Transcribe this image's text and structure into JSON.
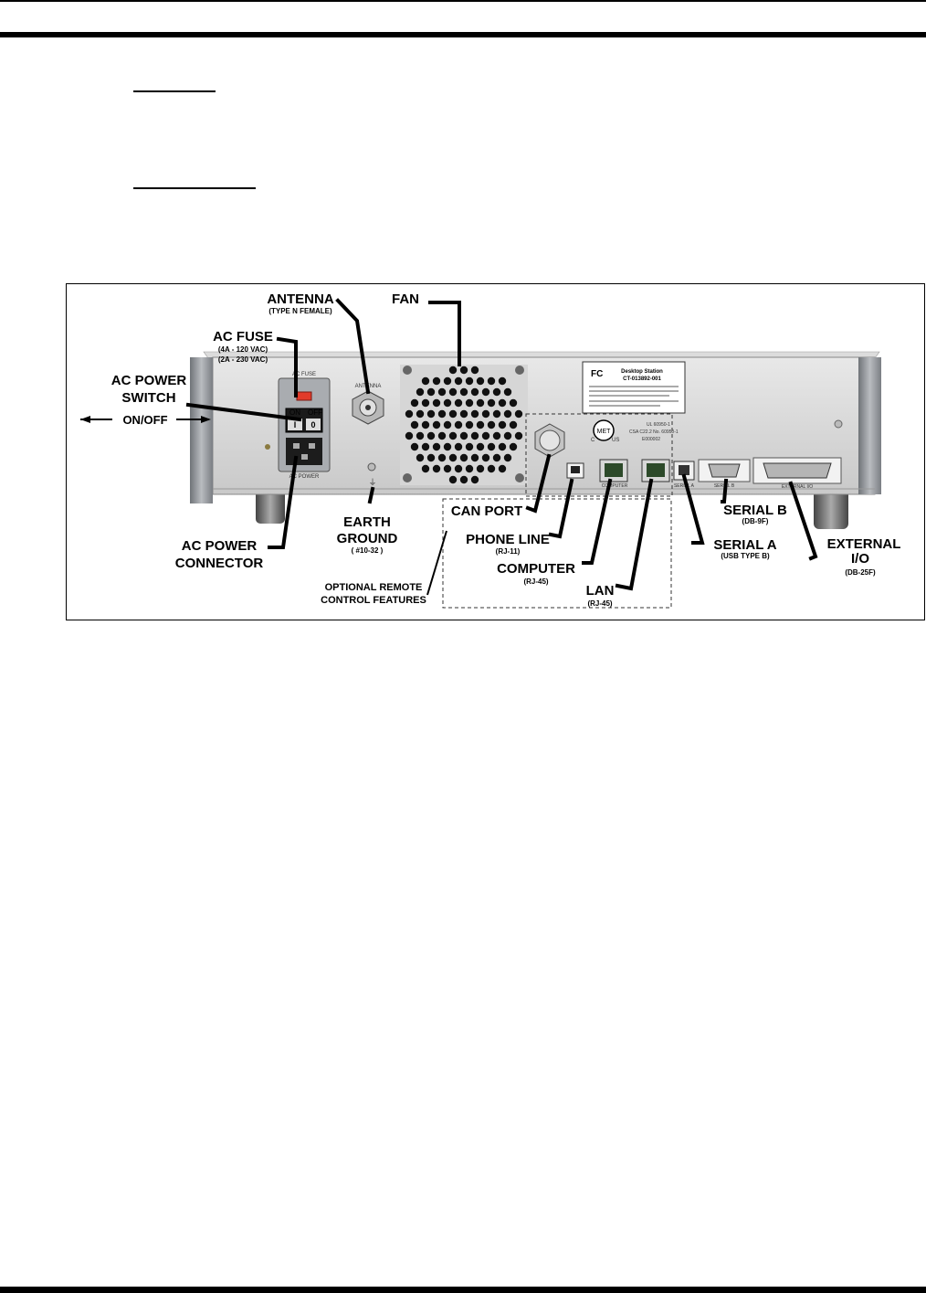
{
  "headings": [
    "",
    ""
  ],
  "figure": {
    "labels": {
      "antenna": "ANTENNA",
      "antenna_sub": "(TYPE N FEMALE)",
      "fan": "FAN",
      "ac_fuse": "AC  FUSE",
      "ac_fuse_sub1": "(4A - 120 VAC)",
      "ac_fuse_sub2": "(2A - 230 VAC)",
      "ac_power_switch_1": "AC POWER",
      "ac_power_switch_2": "SWITCH",
      "on_off": "ON/OFF",
      "ac_power_connector_1": "AC POWER",
      "ac_power_connector_2": "CONNECTOR",
      "earth_ground_1": "EARTH",
      "earth_ground_2": "GROUND",
      "earth_ground_sub": "( #10-32 )",
      "can_port": "CAN PORT",
      "phone_line": "PHONE LINE",
      "phone_line_sub": "(RJ-11)",
      "computer": "COMPUTER",
      "computer_sub": "(RJ-45)",
      "lan": "LAN",
      "lan_sub": "(RJ-45)",
      "serial_a": "SERIAL A",
      "serial_a_sub": "(USB TYPE B)",
      "serial_b": "SERIAL B",
      "serial_b_sub": "(DB-9F)",
      "external_io_1": "EXTERNAL",
      "external_io_2": "I/O",
      "external_io_sub": "(DB-25F)",
      "optional_remote_1": "OPTIONAL REMOTE",
      "optional_remote_2": "CONTROL FEATURES"
    },
    "panel_marks": {
      "switch_on": "ON",
      "switch_off": "OFF",
      "switch_i": "I",
      "switch_o": "0",
      "fuse_mark": "AC FUSE",
      "power_mark": "AC POWER",
      "antenna_mark": "ANTENNA",
      "fcc_logo": "FC",
      "plate_title": "Desktop Station",
      "plate_part": "CT-013892-001",
      "met_logo": "MET",
      "met_c": "C",
      "met_us": "US",
      "ul_line1": "UL  60950-1",
      "ul_line2": "CSA  C22.2  No.  60950-1",
      "ul_line3": "E000002",
      "computer_mark": "COMPUTER",
      "serial_a_mark": "SERIAL A",
      "serial_b_mark": "SERIAL B",
      "external_mark": "EXTERNAL I/O"
    }
  }
}
